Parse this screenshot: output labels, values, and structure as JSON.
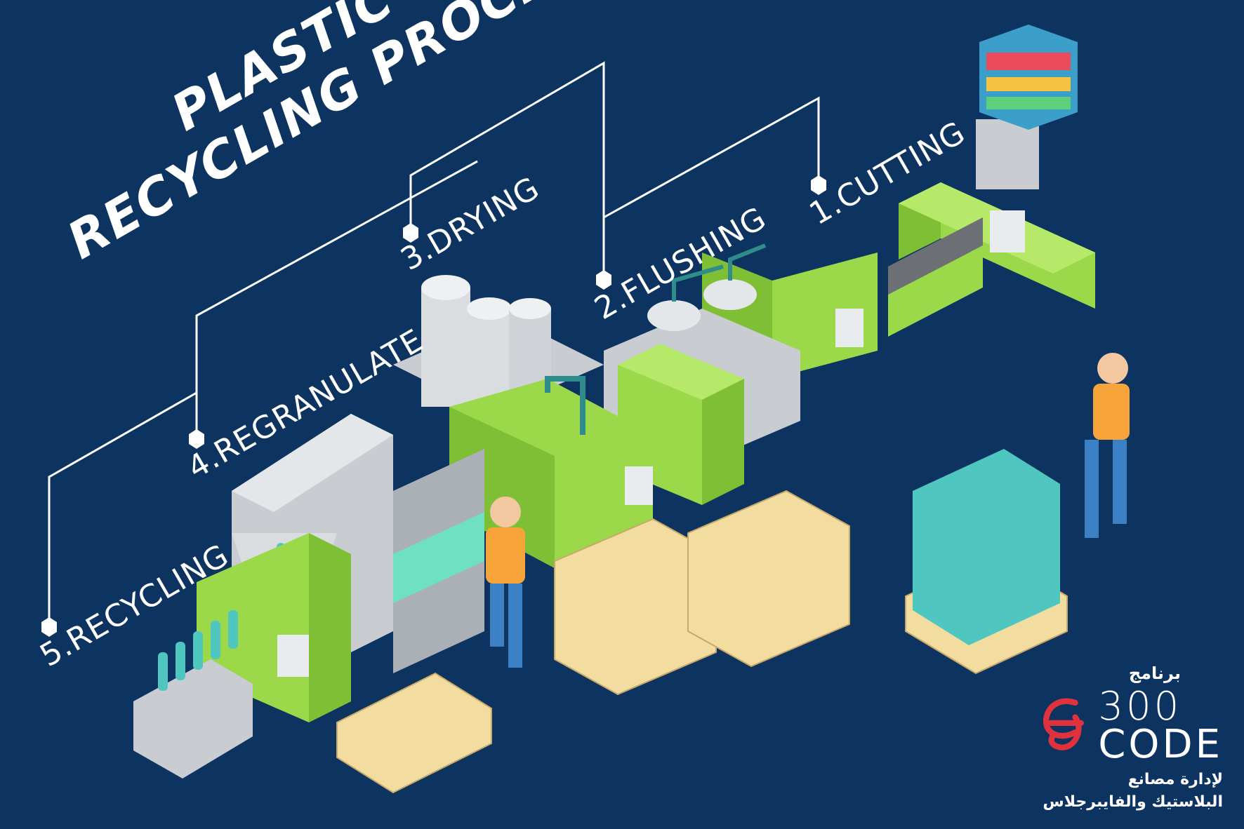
{
  "title": {
    "line1": "PLASTIC",
    "line2": "RECYCLING PROCESS"
  },
  "steps": [
    {
      "label": "1.CUTTING"
    },
    {
      "label": "2.FLUSHING"
    },
    {
      "label": "3.DRYING"
    },
    {
      "label": "4.REGRANULATE"
    },
    {
      "label": "5.RECYCLING"
    }
  ],
  "logo": {
    "program": "برنامج",
    "brand_number": "300",
    "brand_word": "CODE",
    "tagline_line1": "لإدارة مصانع",
    "tagline_line2": "البلاستيك والفايبرجلاس"
  },
  "colors": {
    "background": "#0d3460",
    "machine_green": "#9bd94a",
    "machine_gray": "#d9dde0",
    "pallet": "#f3dca0",
    "bottles": "#4fc6c0",
    "worker_vest": "#f7a43b",
    "logo_red": "#e0323c"
  }
}
